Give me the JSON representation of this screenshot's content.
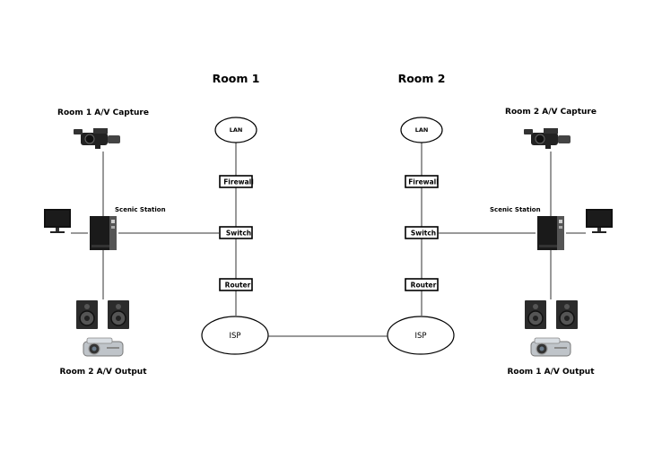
{
  "rooms": [
    {
      "title": "Room 1",
      "lan": "LAN",
      "firewall": "Firewall",
      "switch": "Switch",
      "router": "Router",
      "isp": "ISP"
    },
    {
      "title": "Room 2",
      "lan": "LAN",
      "firewall": "Firewall",
      "switch": "Switch",
      "router": "Router",
      "isp": "ISP"
    }
  ],
  "left_station": {
    "capture_label": "Room 1 A/V Capture",
    "station_label": "Scenic Station",
    "output_label": "Room 2 A/V Output"
  },
  "right_station": {
    "capture_label": "Room 2 A/V Capture",
    "station_label": "Scenic Station",
    "output_label": "Room 1 A/V Output"
  },
  "icons": [
    "video-camera-icon",
    "pc-tower-icon",
    "monitor-icon",
    "speaker-icon",
    "projector-icon"
  ]
}
